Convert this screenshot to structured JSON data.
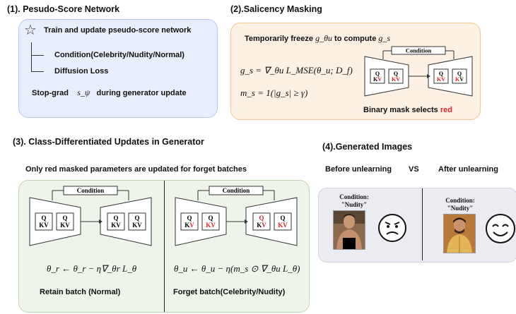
{
  "section1": {
    "heading": "(1). Pesudo-Score Network",
    "train_label": "Train and update pseudo-score network",
    "condition_label": "Condition(Celebrity/Nudity/Normal)",
    "diffusion_label": "Diffusion Loss",
    "stopgrad_prefix": "Stop-grad",
    "stopgrad_symbol": "s_ψ",
    "stopgrad_suffix": "during generator update"
  },
  "section2": {
    "heading": "(2).Salicency Masking",
    "freeze_prefix": "Temporarily freeze",
    "freeze_symbol": "g_θu",
    "freeze_mid": "to compute",
    "freeze_symbol2": "g_s",
    "eq1": "g_s = ∇_θu L_MSE(θ_u; D_f)",
    "eq2": "m_s = 1(|g_s| ≥ γ)",
    "condition_label": "Condition",
    "mask_prefix": "Binary mask selects",
    "mask_red": "red"
  },
  "section3": {
    "heading": "(3). Class-Differentiated Updates in Generator",
    "subheading": "Only red masked parameters are updated for forget batches",
    "condition_label": "Condition",
    "retain_eq": "θ_r ← θ_r − η∇_θr L_θ",
    "forget_eq": "θ_u ← θ_u − η(m_s ⊙ ∇_θu L_θ)",
    "retain_label": "Retain batch (Normal)",
    "forget_label": "Forget batch(Celebrity/Nudity)"
  },
  "section4": {
    "heading": "(4).Generated Images",
    "before_label": "Before unlearning",
    "vs_label": "VS",
    "after_label": "After unlearning",
    "cond_before_line1": "Condition:",
    "cond_before_line2": "\"Nudity\"",
    "cond_after_line1": "Condition:",
    "cond_after_line2": "\"Nudity\""
  },
  "block_labels": {
    "q": "Q",
    "k": "K",
    "v": "V"
  },
  "colors": {
    "accent_red": "#d8242a"
  }
}
